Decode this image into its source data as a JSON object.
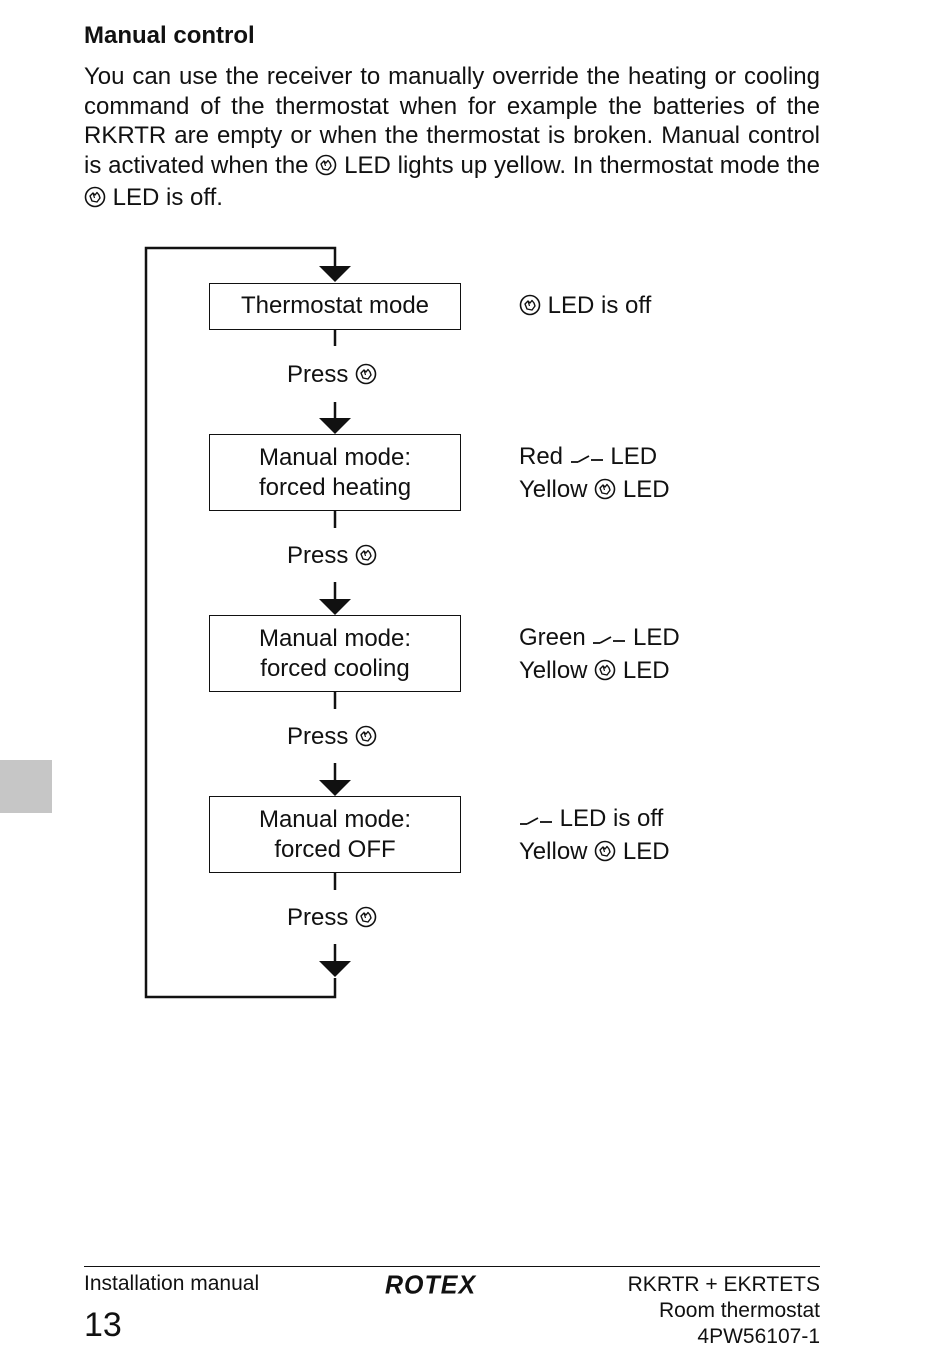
{
  "heading": "Manual control",
  "intro": {
    "part1": "You can use the receiver to manually override the heating or cooling command of the thermostat when for example the batteries of the RKRTR are empty or when the thermostat is broken. Manual control is activated when the",
    "part2": "LED lights up yellow. In thermostat mode the",
    "part3": "LED is off."
  },
  "icons": {
    "manual": "hand-icon",
    "output": "switch-contact-icon"
  },
  "flow": {
    "boxes": [
      {
        "lines": [
          "Thermostat mode"
        ]
      },
      {
        "lines": [
          "Manual mode:",
          "forced heating"
        ]
      },
      {
        "lines": [
          "Manual mode:",
          "forced cooling"
        ]
      },
      {
        "lines": [
          "Manual mode:",
          "forced OFF"
        ]
      }
    ],
    "press_label": "Press",
    "led_states": [
      {
        "line1": "LED is off"
      },
      {
        "line1_pre": "Red",
        "line1_post": "LED",
        "line2_pre": "Yellow",
        "line2_post": "LED"
      },
      {
        "line1_pre": "Green",
        "line1_post": "LED",
        "line2_pre": "Yellow",
        "line2_post": "LED"
      },
      {
        "line1_post": "LED is off",
        "line2_pre": "Yellow",
        "line2_post": "LED"
      }
    ]
  },
  "footer": {
    "manual_type": "Installation manual",
    "page_number": "13",
    "logo": "ROTEX",
    "product": "RKRTR + EKRTETS",
    "product_type": "Room thermostat",
    "doc_code": "4PW56107-1"
  }
}
